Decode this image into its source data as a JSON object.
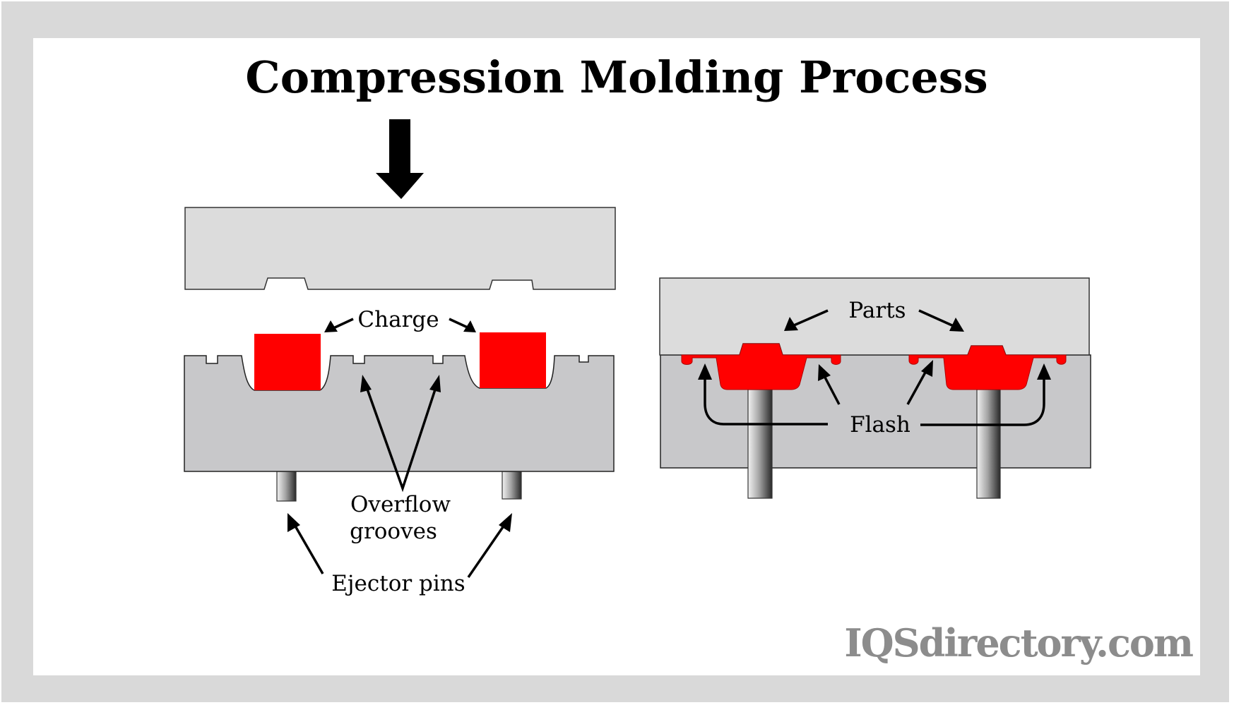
{
  "title": "Compression Molding Process",
  "colors": {
    "frame": "#d9d9d9",
    "background": "#ffffff",
    "mold_top": "#dcdcdc",
    "mold_bottom": "#c8c8ca",
    "material": "#ff0000",
    "logo": "#8c8c8c"
  },
  "left_stage": {
    "description": "Open mold with charge placed in cavities",
    "press_arrow_icon": "down-arrow-icon",
    "labels": {
      "charge": "Charge",
      "overflow_line1": "Overflow",
      "overflow_line2": "grooves",
      "ejector": "Ejector pins"
    }
  },
  "right_stage": {
    "description": "Closed mold with formed parts and flash",
    "labels": {
      "parts": "Parts",
      "flash": "Flash"
    }
  },
  "watermark": "IQSdirectory.com"
}
